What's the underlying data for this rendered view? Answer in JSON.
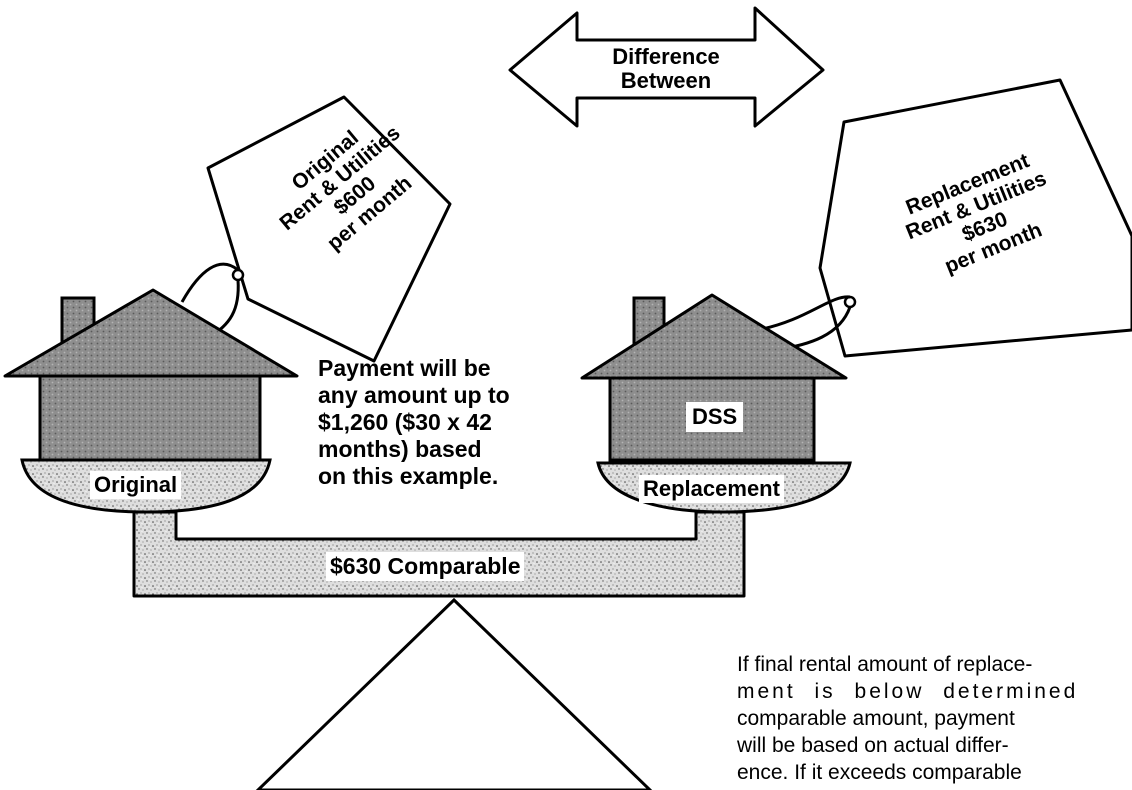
{
  "arrow": {
    "line1": "Difference",
    "line2": "Between"
  },
  "tag_left": {
    "line1": "Original",
    "line2": "Rent & Utilities",
    "line3": "$600",
    "line4": "per month"
  },
  "tag_right": {
    "line1": "Replacement",
    "line2": "Rent & Utilities",
    "line3": "$630",
    "line4": "per month"
  },
  "house_left": {
    "label": "Original"
  },
  "house_right": {
    "label": "Replacement",
    "sign": "DSS"
  },
  "beam": {
    "label": "$630 Comparable"
  },
  "payment": {
    "lines": [
      "Payment will be",
      "any amount up to",
      "$1,260 ($30 x 42",
      "months) based",
      "on this example."
    ]
  },
  "note": {
    "lines": [
      "If final rental amount of replace-",
      "ment is below determined",
      "comparable amount, payment",
      "will be based on actual differ-",
      "ence. If it exceeds comparable"
    ]
  },
  "colors": {
    "house_fill": "#8c8c8c",
    "speckle": "#d8d8d8",
    "ink": "#000000"
  }
}
